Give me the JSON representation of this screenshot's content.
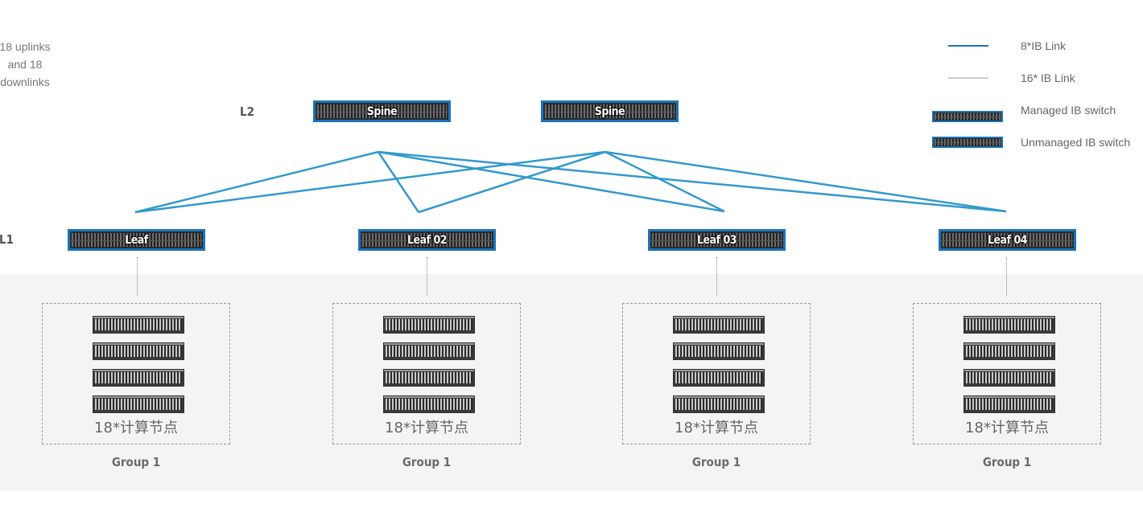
{
  "note": {
    "lines": [
      "18 uplinks",
      "and 18",
      "downlinks"
    ]
  },
  "levels": {
    "l2": "L2",
    "l1": "L1"
  },
  "spines": [
    {
      "label": "Spine"
    },
    {
      "label": "Spine"
    }
  ],
  "leaves": [
    {
      "label": "Leaf"
    },
    {
      "label": "Leaf 02"
    },
    {
      "label": "Leaf 03"
    },
    {
      "label": "Leaf 04"
    }
  ],
  "groups": [
    {
      "nodes_caption": "18*计算节点",
      "label": "Group 1"
    },
    {
      "nodes_caption": "18*计算节点",
      "label": "Group 1"
    },
    {
      "nodes_caption": "18*计算节点",
      "label": "Group 1"
    },
    {
      "nodes_caption": "18*计算节点",
      "label": "Group 1"
    }
  ],
  "legend": {
    "link8": "8*IB Link",
    "link16": "16* IB Link",
    "managed": "Managed IB switch",
    "unmanaged": "Unmanaged IB switch"
  },
  "colors": {
    "link_blue": "#3399cc",
    "switch_border": "#1a73b8",
    "gray_link": "#bbbbbb"
  }
}
